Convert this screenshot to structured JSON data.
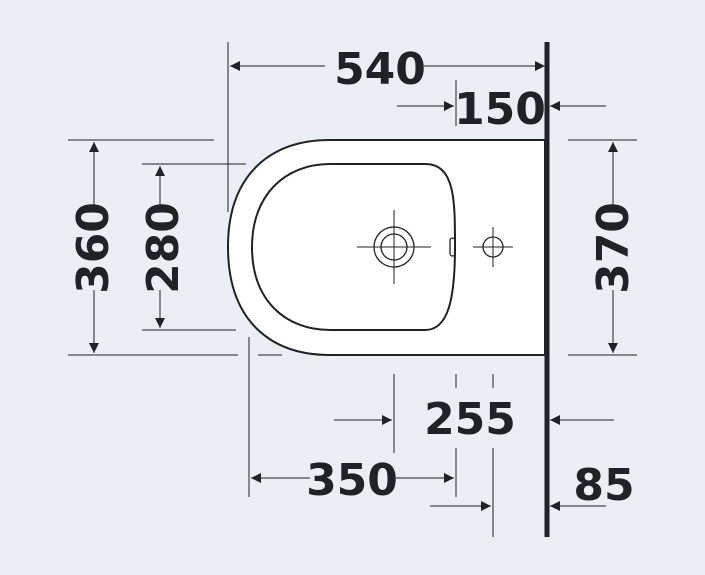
{
  "colors": {
    "background": "#e9eff5",
    "ink": "#1f2226",
    "fixture": "#ffffff"
  },
  "dimensions": {
    "overall_depth": "540",
    "wall_to_tap_hole": "150",
    "outer_width": "360",
    "inner_width": "280",
    "wall_width": "370",
    "fixing_spacing": "255",
    "front_to_fixing": "350",
    "wall_to_fixing": "85"
  }
}
